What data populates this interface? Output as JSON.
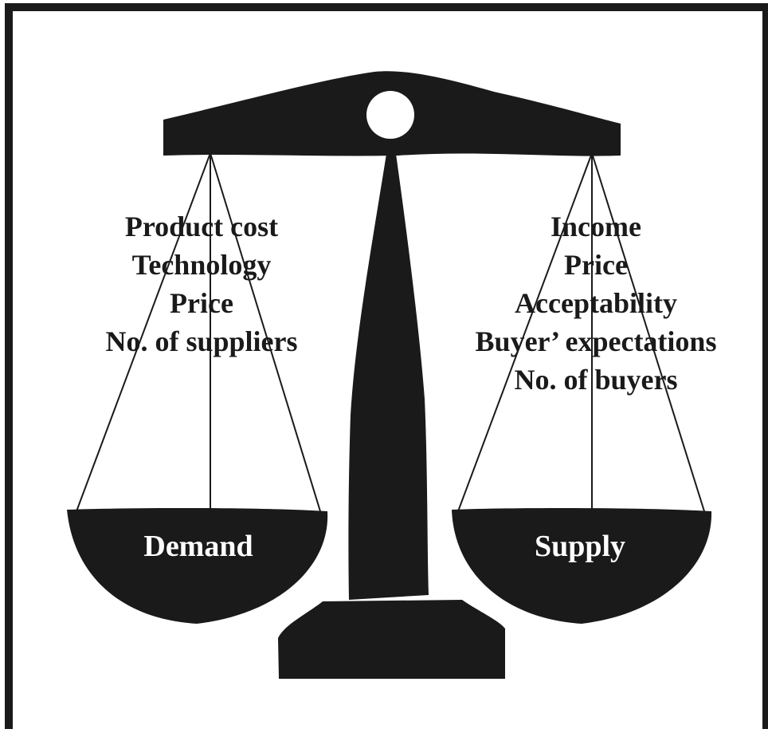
{
  "colors": {
    "ink": "#1a1a1a",
    "background": "#ffffff"
  },
  "left_pan": {
    "label": "Demand",
    "factors": [
      "Product cost",
      "Technology",
      "Price",
      "No. of suppliers"
    ]
  },
  "right_pan": {
    "label": "Supply",
    "factors": [
      "Income",
      "Price",
      "Acceptability",
      "Buyer’ expectations",
      "No. of buyers"
    ]
  }
}
